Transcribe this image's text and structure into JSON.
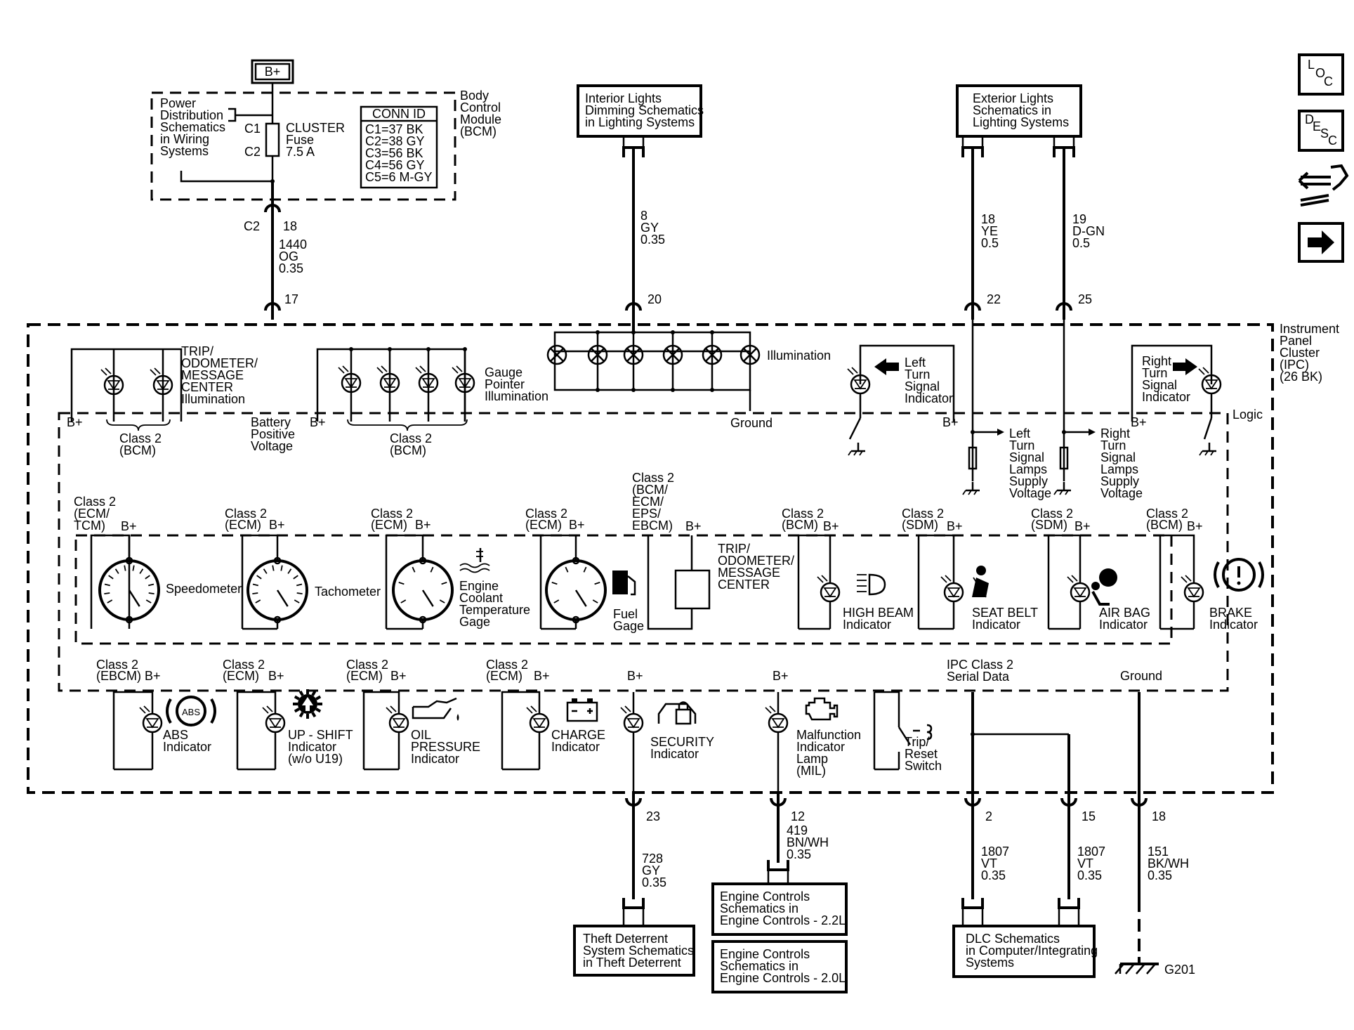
{
  "top": {
    "bplus": "B+",
    "pds": [
      "Power",
      "Distribution",
      "Schematics",
      "in Wiring",
      "Systems"
    ],
    "fuse": [
      "CLUSTER",
      "Fuse",
      "7.5 A"
    ],
    "c1": "C1",
    "c2": "C2",
    "bcm": [
      "Body",
      "Control",
      "Module",
      "(BCM)"
    ],
    "conn_title": "CONN ID",
    "conn": [
      "C1=37 BK",
      "C2=38 GY",
      "C3=56 BK",
      "C4=56 GY",
      "C5=6 M-GY"
    ]
  },
  "side": {
    "loc": [
      "L",
      "O",
      "C"
    ],
    "desc": [
      "D",
      "E",
      "S",
      "C"
    ]
  },
  "refs": {
    "interior": [
      "Interior Lights",
      "Dimming Schematics",
      "in Lighting Systems"
    ],
    "exterior": [
      "Exterior Lights",
      "Schematics in",
      "Lighting Systems"
    ],
    "theft": [
      "Theft Deterrent",
      "System Schematics",
      "in Theft Deterrent"
    ],
    "eng22": [
      "Engine Controls",
      "Schematics in",
      "Engine Controls - 2.2L"
    ],
    "eng20": [
      "Engine Controls",
      "Schematics in",
      "Engine Controls - 2.0L"
    ],
    "dlc": [
      "DLC Schematics",
      "in Computer/Integrating",
      "Systems"
    ]
  },
  "wires": {
    "c2": "C2",
    "p18": "18",
    "w1440": [
      "1440",
      "OG",
      "0.35"
    ],
    "p17": "17",
    "w8": [
      "8",
      "GY",
      "0.35"
    ],
    "p20": "20",
    "w18": [
      "18",
      "YE",
      "0.5"
    ],
    "p22": "22",
    "w19": [
      "19",
      "D-GN",
      "0.5"
    ],
    "p25": "25",
    "p23": "23",
    "w728": [
      "728",
      "GY",
      "0.35"
    ],
    "p12": "12",
    "w419": [
      "419",
      "BN/WH",
      "0.35"
    ],
    "p2": "2",
    "w1807a": [
      "1807",
      "VT",
      "0.35"
    ],
    "p15": "15",
    "w1807b": [
      "1807",
      "VT",
      "0.35"
    ],
    "p18b": "18",
    "w151": [
      "151",
      "BK/WH",
      "0.35"
    ],
    "g201": "G201"
  },
  "ipc": {
    "title": [
      "Instrument",
      "Panel",
      "Cluster",
      "(IPC)",
      "(26 BK)"
    ],
    "logic": "Logic",
    "trip_illum": [
      "TRIP/",
      "ODOMETER/",
      "MESSAGE",
      "CENTER",
      "Illumination"
    ],
    "class2bcm": [
      "Class 2",
      "(BCM)"
    ],
    "bpv": [
      "Battery",
      "Positive",
      "Voltage"
    ],
    "gauge_ptr": [
      "Gauge",
      "Pointer",
      "Illumination"
    ],
    "illumination": "Illumination",
    "ground": "Ground",
    "left_turn": [
      "Left",
      "Turn",
      "Signal",
      "Indicator"
    ],
    "right_turn": [
      "Right",
      "Turn",
      "Signal",
      "Indicator"
    ],
    "left_lamps": [
      "Left",
      "Turn",
      "Signal",
      "Lamps",
      "Supply",
      "Voltage"
    ],
    "right_lamps": [
      "Right",
      "Turn",
      "Signal",
      "Lamps",
      "Supply",
      "Voltage"
    ],
    "bp": "B+",
    "ecm_tcm": [
      "Class 2",
      "(ECM/",
      "TCM)"
    ],
    "class2": "Class 2",
    "ecm": "(ECM)",
    "bcm": "(BCM)",
    "sdm": "(SDM)",
    "ebcm": "(EBCM)",
    "multi": [
      "Class 2",
      "(BCM/",
      "ECM/",
      "EPS/",
      "EBCM)"
    ],
    "speedo": "Speedometer",
    "tacho": "Tachometer",
    "coolant": [
      "Engine",
      "Coolant",
      "Temperature",
      "Gage"
    ],
    "fuel": [
      "Fuel",
      "Gage"
    ],
    "trip_center": [
      "TRIP/",
      "ODOMETER/",
      "MESSAGE",
      "CENTER"
    ],
    "high_beam": [
      "HIGH BEAM",
      "Indicator"
    ],
    "seat_belt": [
      "SEAT BELT",
      "Indicator"
    ],
    "air_bag": [
      "AIR BAG",
      "Indicator"
    ],
    "brake": [
      "BRAKE",
      "Indicator"
    ],
    "abs": [
      "ABS",
      "Indicator"
    ],
    "abs_icon": "ABS",
    "upshift": [
      "UP - SHIFT",
      "Indicator",
      "(w/o U19)"
    ],
    "oil": [
      "OIL",
      "PRESSURE",
      "Indicator"
    ],
    "charge": [
      "CHARGE",
      "Indicator"
    ],
    "security": [
      "SECURITY",
      "Indicator"
    ],
    "mil": [
      "Malfunction",
      "Indicator",
      "Lamp",
      "(MIL)"
    ],
    "trip_switch": [
      "Trip/",
      "Reset",
      "Switch"
    ],
    "serial": [
      "IPC Class 2",
      "Serial Data"
    ]
  }
}
